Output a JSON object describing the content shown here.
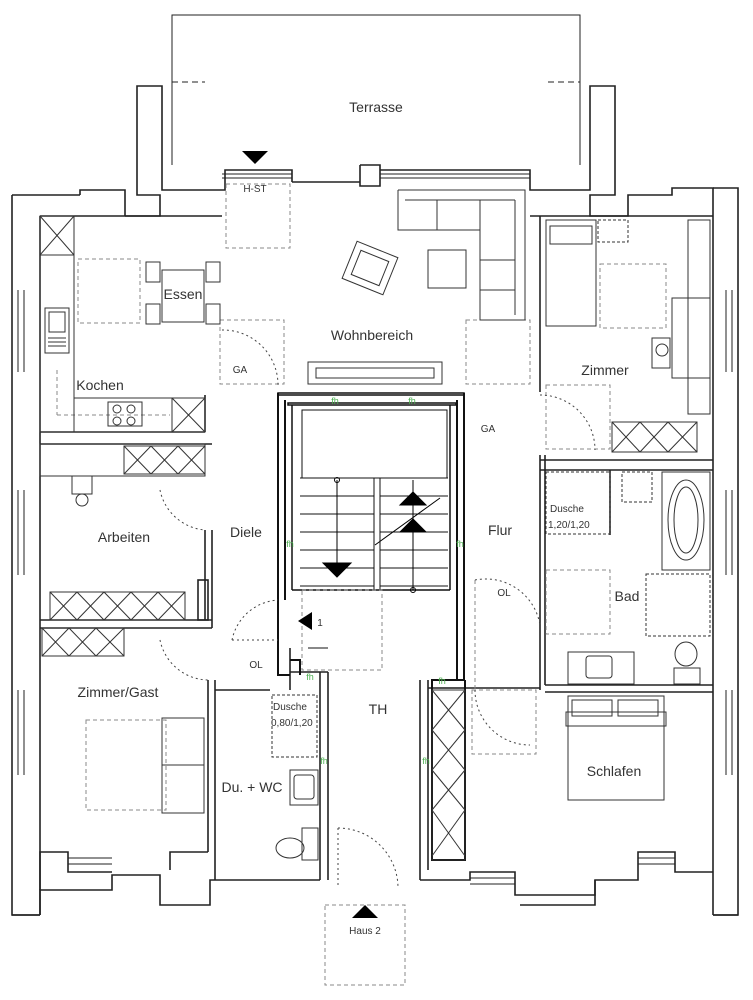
{
  "labels": {
    "terrace": "Terrasse",
    "hst": "H-ST",
    "essen": "Essen",
    "wohnbereich": "Wohnbereich",
    "kochen": "Kochen",
    "zimmer": "Zimmer",
    "ga_left": "GA",
    "ga_right": "GA",
    "arbeiten": "Arbeiten",
    "diele": "Diele",
    "flur": "Flur",
    "dusche_bad_1": "Dusche",
    "dusche_bad_2": "1,20/1,20",
    "bad": "Bad",
    "ol_right": "OL",
    "ol_left": "OL",
    "landing_number": "1",
    "zimmer_gast": "Zimmer/Gast",
    "th": "TH",
    "dusche_wc_1": "Dusche",
    "dusche_wc_2": "0,80/1,20",
    "du_wc": "Du. + WC",
    "schlafen": "Schlafen",
    "haus": "Haus 2",
    "fh": "fh"
  }
}
